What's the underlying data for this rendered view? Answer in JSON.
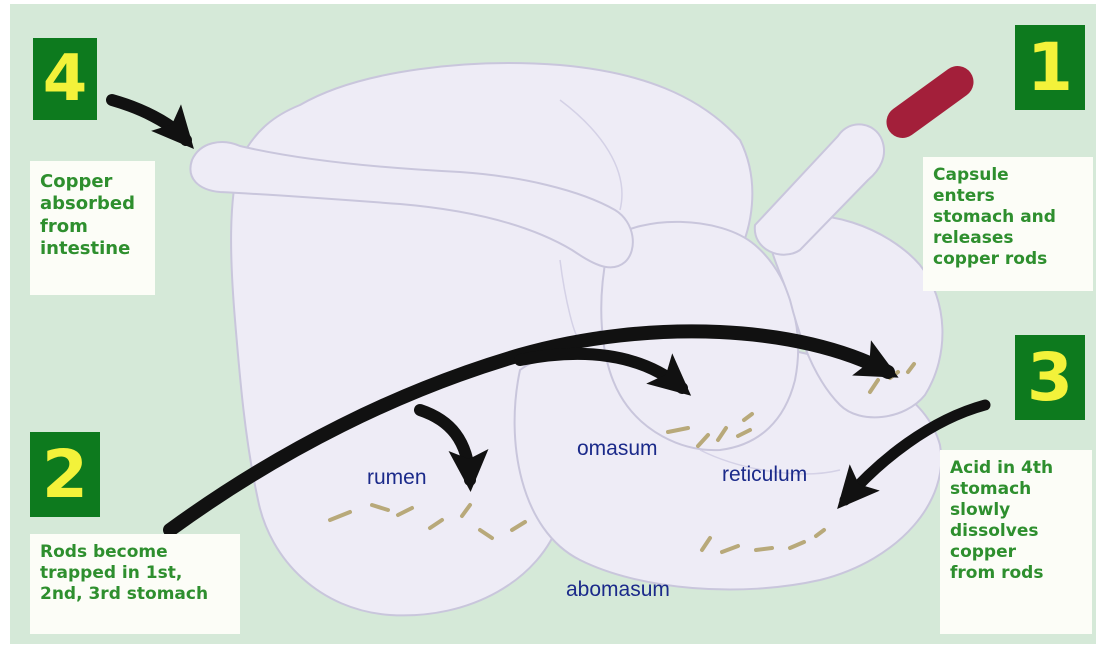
{
  "colors": {
    "background": "#d5e9d8",
    "stomach_fill": "#eeecf6",
    "stomach_edge": "#c9c6dc",
    "number_box": "#0d7a1e",
    "number_text": "#f3f23a",
    "caption_text": "#2e8f2e",
    "organ_label": "#1b2a8a",
    "arrow": "#111111",
    "capsule": "#a31f3a",
    "rod": "#b8a97a"
  },
  "steps": [
    {
      "number": "4",
      "caption": "Copper\nabsorbed\nfrom\nintestine"
    },
    {
      "number": "1",
      "caption": "Capsule\nenters\nstomach and\nreleases\ncopper rods"
    },
    {
      "number": "3",
      "caption": "Acid in 4th\nstomach\nslowly\ndissolves\ncopper\nfrom rods"
    },
    {
      "number": "2",
      "caption": "Rods become\ntrapped in 1st,\n2nd, 3rd stomach"
    }
  ],
  "organs": {
    "rumen": "rumen",
    "omasum": "omasum",
    "reticulum": "reticulum",
    "abomasum": "abomasum"
  }
}
